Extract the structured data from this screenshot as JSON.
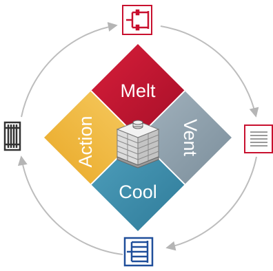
{
  "quadrants": {
    "melt": {
      "label": "Melt",
      "color": "#c8102e"
    },
    "vent": {
      "label": "Vent",
      "color": "#8fa1ae"
    },
    "cool": {
      "label": "Cool",
      "color": "#3d8fad"
    },
    "action": {
      "label": "Action",
      "color": "#f1b940"
    }
  },
  "colors": {
    "ring": "#b5b5b5",
    "icon_red": "#c8102e",
    "icon_dark": "#333333",
    "icon_blue": "#1f4e9a",
    "center_icon": "#8a8a8a"
  },
  "icons": {
    "top": "manifold-icon",
    "right": "document-lines-icon",
    "bottom": "comb-icon",
    "left": "stack-bars-icon",
    "center": "container-icon"
  }
}
